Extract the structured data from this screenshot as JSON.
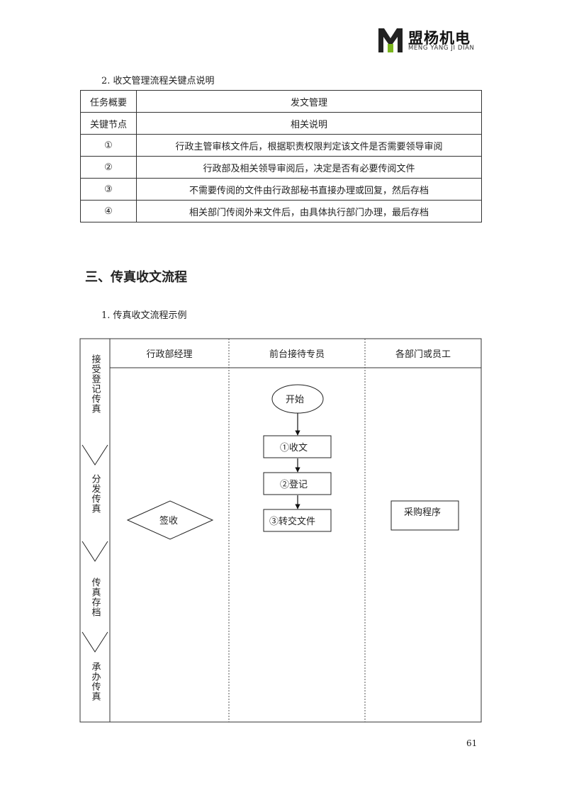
{
  "logo": {
    "name_cn": "盟杨机电",
    "name_en": "MENG YANG JI DIAN",
    "colors": {
      "mark_dark": "#222222",
      "mark_green": "#7ab51d"
    }
  },
  "section2": {
    "subheading": "2. 收文管理流程关键点说明",
    "table": {
      "rows": [
        {
          "key": "任务概要",
          "value": "发文管理"
        },
        {
          "key": "关键节点",
          "value": "相关说明"
        },
        {
          "key": "①",
          "value": "行政主管审核文件后，根据职责权限判定该文件是否需要领导审阅"
        },
        {
          "key": "②",
          "value": "行政部及相关领导审阅后，决定是否有必要传阅文件"
        },
        {
          "key": "③",
          "value": "不需要传阅的文件由行政部秘书直接办理或回复，然后存档"
        },
        {
          "key": "④",
          "value": "相关部门传阅外来文件后，由具体执行部门办理，最后存档"
        }
      ]
    }
  },
  "section3": {
    "heading": "三、传真收文流程",
    "subheading": "1. 传真收文流程示例"
  },
  "flowchart": {
    "columns": [
      "行政部经理",
      "前台接待专员",
      "各部门或员工"
    ],
    "stages": [
      "接受登记传真",
      "分发传真",
      "传真存档",
      "承办传真"
    ],
    "nodes": {
      "start": "开始",
      "receive": "①收文",
      "register": "②登记",
      "transfer": "③转交文件",
      "sign": "签收",
      "procure": "采购程序"
    }
  },
  "page_number": "61"
}
